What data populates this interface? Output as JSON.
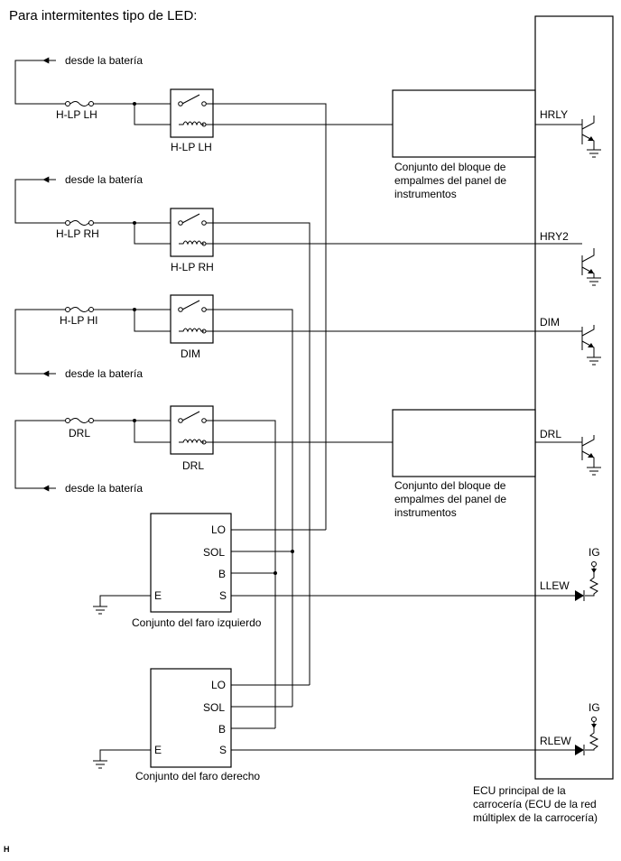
{
  "title": "Para intermitentes tipo de LED:",
  "from_battery": "desde la batería",
  "fuses": {
    "hlp_lh": "H-LP LH",
    "hlp_rh": "H-LP RH",
    "hlp_hi": "H-LP HI",
    "drl": "DRL"
  },
  "relays": {
    "hlp_lh": "H-LP LH",
    "hlp_rh": "H-LP RH",
    "dim": "DIM",
    "drl": "DRL"
  },
  "junction_block": [
    "Conjunto del bloque de",
    "empalmes del panel de",
    "instrumentos"
  ],
  "ecu_signals": {
    "hrly": "HRLY",
    "hry2": "HRY2",
    "dim": "DIM",
    "drl": "DRL",
    "llew": "LLEW",
    "rlew": "RLEW",
    "ig": "IG"
  },
  "left_headlamp": {
    "pins": {
      "lo": "LO",
      "sol": "SOL",
      "b": "B",
      "s": "S",
      "e": "E"
    },
    "label": "Conjunto del faro izquierdo"
  },
  "right_headlamp": {
    "pins": {
      "lo": "LO",
      "sol": "SOL",
      "b": "B",
      "s": "S",
      "e": "E"
    },
    "label": "Conjunto del faro derecho"
  },
  "ecu_label": [
    "ECU principal de la",
    "carrocería (ECU de la red",
    "múltiplex de la carrocería)"
  ],
  "footer_code": "H"
}
